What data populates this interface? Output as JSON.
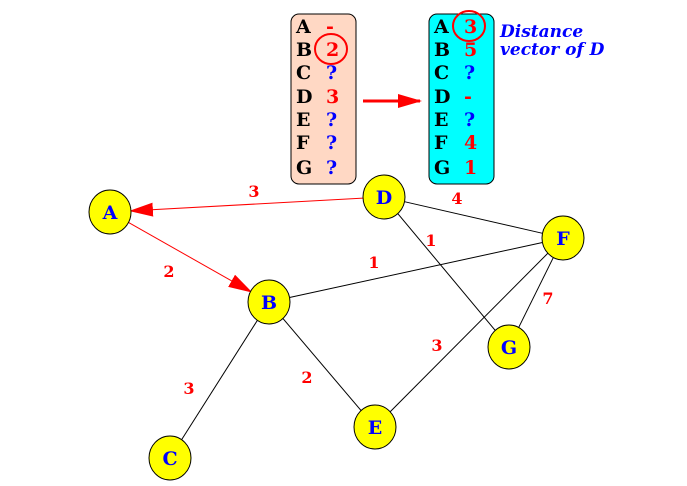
{
  "colors": {
    "node_fill": "#ffff00",
    "node_label": "#0000ff",
    "edge": "#000000",
    "highlight_edge": "#ff0000",
    "known_value": "#ff0000",
    "unknown_value": "#0000ff",
    "left_table_fill": "#ffd8c4",
    "right_table_fill": "#00ffff"
  },
  "caption": {
    "line1": "Distance",
    "line2": "vector of D"
  },
  "left_table": {
    "owner": "A",
    "rows": [
      {
        "dest": "A",
        "value": "-",
        "known": true,
        "circled": false
      },
      {
        "dest": "B",
        "value": "2",
        "known": true,
        "circled": true
      },
      {
        "dest": "C",
        "value": "?",
        "known": false,
        "circled": false
      },
      {
        "dest": "D",
        "value": "3",
        "known": true,
        "circled": false
      },
      {
        "dest": "E",
        "value": "?",
        "known": false,
        "circled": false
      },
      {
        "dest": "F",
        "value": "?",
        "known": false,
        "circled": false
      },
      {
        "dest": "G",
        "value": "?",
        "known": false,
        "circled": false
      }
    ]
  },
  "right_table": {
    "owner": "D",
    "rows": [
      {
        "dest": "A",
        "value": "3",
        "known": true,
        "circled": true
      },
      {
        "dest": "B",
        "value": "5",
        "known": true,
        "circled": false
      },
      {
        "dest": "C",
        "value": "?",
        "known": false,
        "circled": false
      },
      {
        "dest": "D",
        "value": "-",
        "known": true,
        "circled": false
      },
      {
        "dest": "E",
        "value": "?",
        "known": false,
        "circled": false
      },
      {
        "dest": "F",
        "value": "4",
        "known": true,
        "circled": false
      },
      {
        "dest": "G",
        "value": "1",
        "known": true,
        "circled": false
      }
    ]
  },
  "graph": {
    "nodes": [
      {
        "id": "A",
        "label": "A"
      },
      {
        "id": "B",
        "label": "B"
      },
      {
        "id": "C",
        "label": "C"
      },
      {
        "id": "D",
        "label": "D"
      },
      {
        "id": "E",
        "label": "E"
      },
      {
        "id": "F",
        "label": "F"
      },
      {
        "id": "G",
        "label": "G"
      }
    ],
    "edges": [
      {
        "from": "D",
        "to": "A",
        "weight": "3",
        "directed": true,
        "highlight": true
      },
      {
        "from": "A",
        "to": "B",
        "weight": "2",
        "directed": true,
        "highlight": true
      },
      {
        "from": "B",
        "to": "F",
        "weight": "1",
        "directed": false,
        "highlight": false
      },
      {
        "from": "D",
        "to": "G",
        "weight": "1",
        "directed": false,
        "highlight": false
      },
      {
        "from": "D",
        "to": "F",
        "weight": "4",
        "directed": false,
        "highlight": false
      },
      {
        "from": "F",
        "to": "G",
        "weight": "7",
        "directed": false,
        "highlight": false
      },
      {
        "from": "E",
        "to": "F",
        "weight": "3",
        "directed": false,
        "highlight": false
      },
      {
        "from": "B",
        "to": "E",
        "weight": "2",
        "directed": false,
        "highlight": false
      },
      {
        "from": "B",
        "to": "C",
        "weight": "3",
        "directed": false,
        "highlight": false
      }
    ]
  }
}
